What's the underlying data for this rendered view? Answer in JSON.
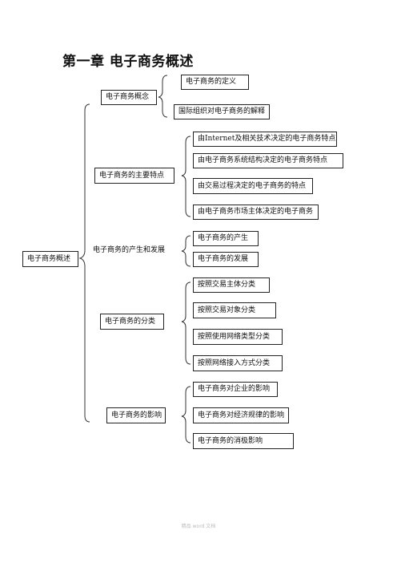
{
  "title": "第一章  电子商务概述",
  "root": "电子商务概述",
  "branches": [
    {
      "label": "电子商务概念",
      "leaves": [
        "电子商务的定义",
        "国际组织对电子商务的解释"
      ]
    },
    {
      "label": "电子商务的主要特点",
      "leaves": [
        "由Internet及相关技术决定的电子商务特点",
        "由电子商务系统结构决定的电子商务特点",
        "由交易过程决定的电子商务的特点",
        "由电子商务市场主体决定的电子商务"
      ]
    },
    {
      "label": "电子商务的产生和发展",
      "leaves": [
        "电子商务的产生",
        "电子商务的发展"
      ]
    },
    {
      "label": "电子商务的分类",
      "leaves": [
        "按照交易主体分类",
        "按照交易对象分类",
        "按照使用网络类型分类",
        "按照网络接入方式分类"
      ]
    },
    {
      "label": "电子商务的影响",
      "leaves": [
        "电子商务对企业的影响",
        "电子商务对经济规律的影响",
        "电子商务的消极影响"
      ]
    }
  ],
  "footer": "精品 word 文档"
}
